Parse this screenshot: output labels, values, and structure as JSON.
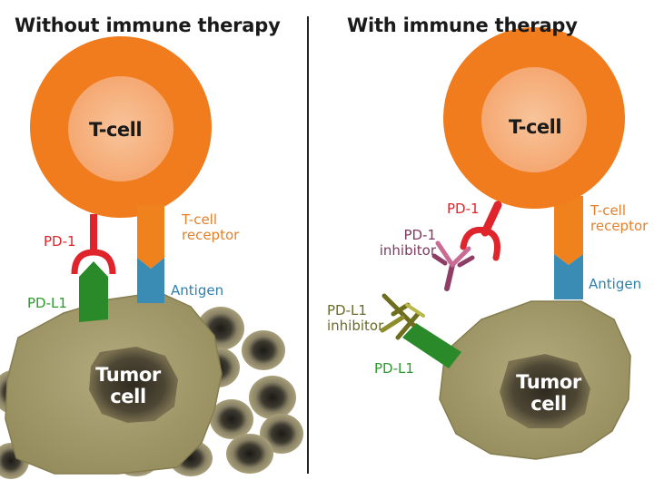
{
  "panels": {
    "left": {
      "title": "Without immune therapy",
      "tcell": "T-cell",
      "tumor_line1": "Tumor",
      "tumor_line2": "cell",
      "pd1": "PD-1",
      "tcell_receptor_line1": "T-cell",
      "tcell_receptor_line2": "receptor",
      "pdl1": "PD-L1",
      "antigen": "Antigen"
    },
    "right": {
      "title": "With immune therapy",
      "tcell": "T-cell",
      "tumor_line1": "Tumor",
      "tumor_line2": "cell",
      "pd1": "PD-1",
      "pd1_inhibitor_line1": "PD-1",
      "pd1_inhibitor_line2": "inhibitor",
      "tcell_receptor_line1": "T-cell",
      "tcell_receptor_line2": "receptor",
      "antigen": "Antigen",
      "pdl1_inhibitor_line1": "PD-L1",
      "pdl1_inhibitor_line2": "inhibitor",
      "pdl1": "PD-L1"
    }
  },
  "colors": {
    "tcell_outer": "#f07c1e",
    "tcell_inner": "#f7b27e",
    "tumor": "#a39a6a",
    "tumor_nucleus": "#4a4332",
    "pd1": "#e0242c",
    "receptor": "#f0821e",
    "antigen": "#3a8cb4",
    "pdl1": "#2a8a2a",
    "pd1_inhibitor": "#8e3d66",
    "pdl1_inhibitor": "#7a7a20"
  }
}
